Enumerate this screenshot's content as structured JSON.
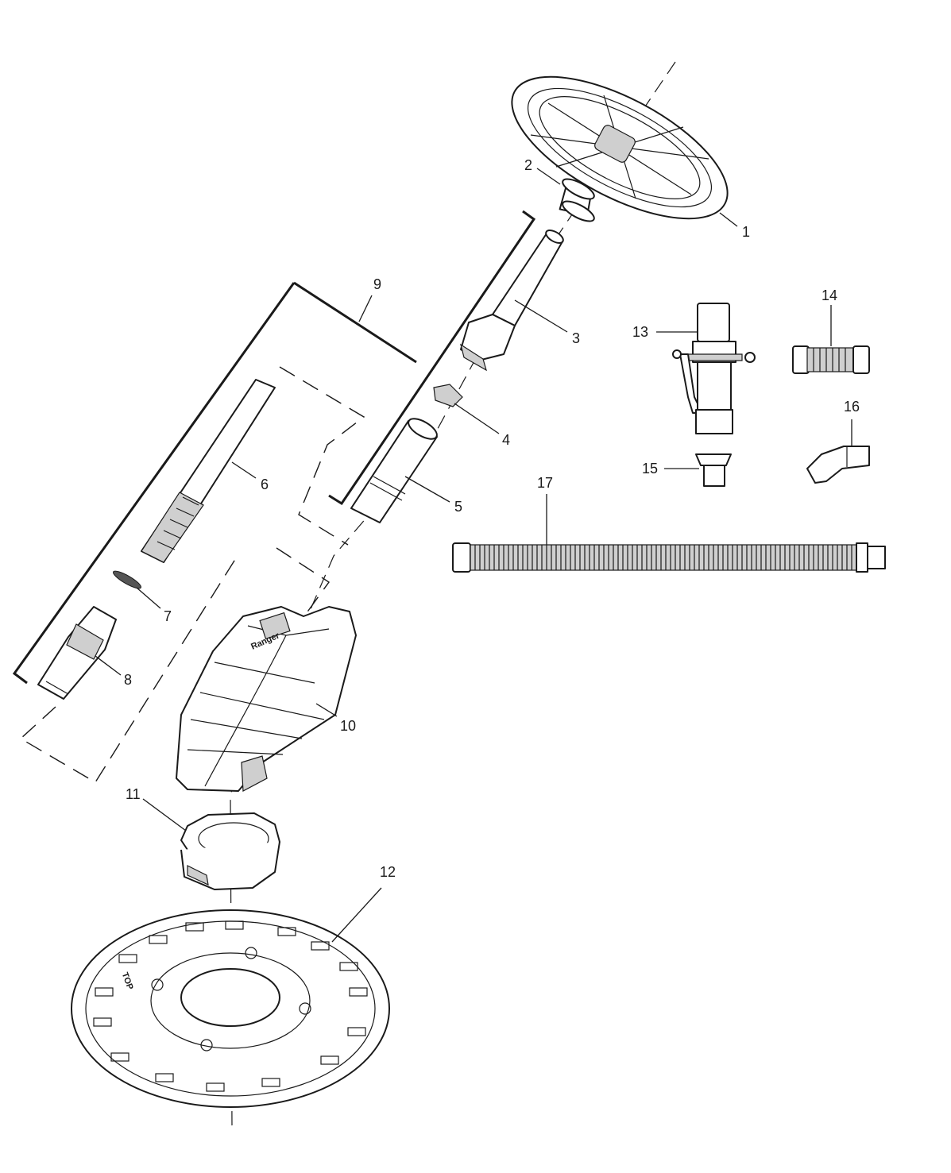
{
  "labels": {
    "p1": "1",
    "p2": "2",
    "p3": "3",
    "p4": "4",
    "p5": "5",
    "p6": "6",
    "p7": "7",
    "p8": "8",
    "p9": "9",
    "p10": "10",
    "p11": "11",
    "p12": "12",
    "p13": "13",
    "p14": "14",
    "p15": "15",
    "p16": "16",
    "p17": "17"
  },
  "body_brand": "Ranger",
  "disc_marking": "TOP"
}
